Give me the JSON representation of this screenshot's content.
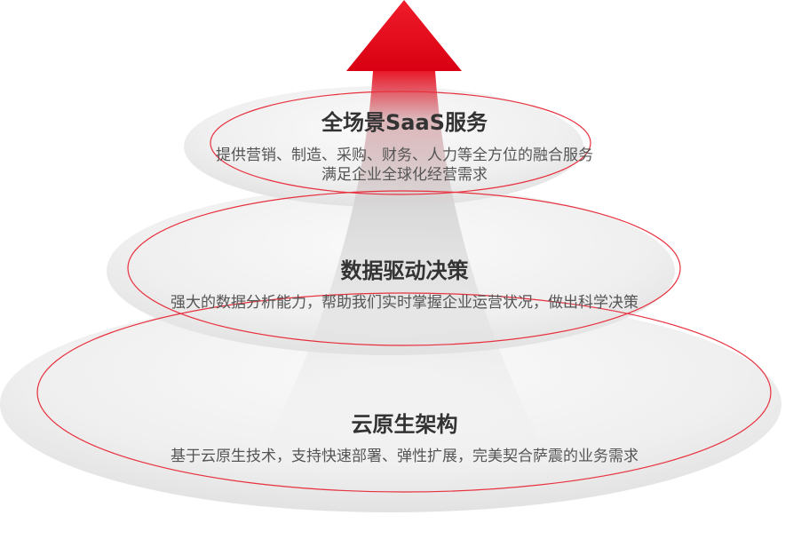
{
  "layers": [
    {
      "title": "全场景SaaS服务",
      "desc_lines": [
        "提供营销、制造、采购、财务、人力等全方位的融合服务",
        "满足企业全球化经营需求"
      ]
    },
    {
      "title": "数据驱动决策",
      "desc_lines": [
        "强大的数据分析能力，帮助我们实时掌握企业运营状况，做出科学决策"
      ]
    },
    {
      "title": "云原生架构",
      "desc_lines": [
        "基于云原生技术，支持快速部署、弹性扩展，完美契合萨震的业务需求"
      ]
    }
  ],
  "colors": {
    "accent": "#e60012",
    "ring": "#e8303e",
    "text_title": "#333333",
    "text_desc": "#555555"
  }
}
